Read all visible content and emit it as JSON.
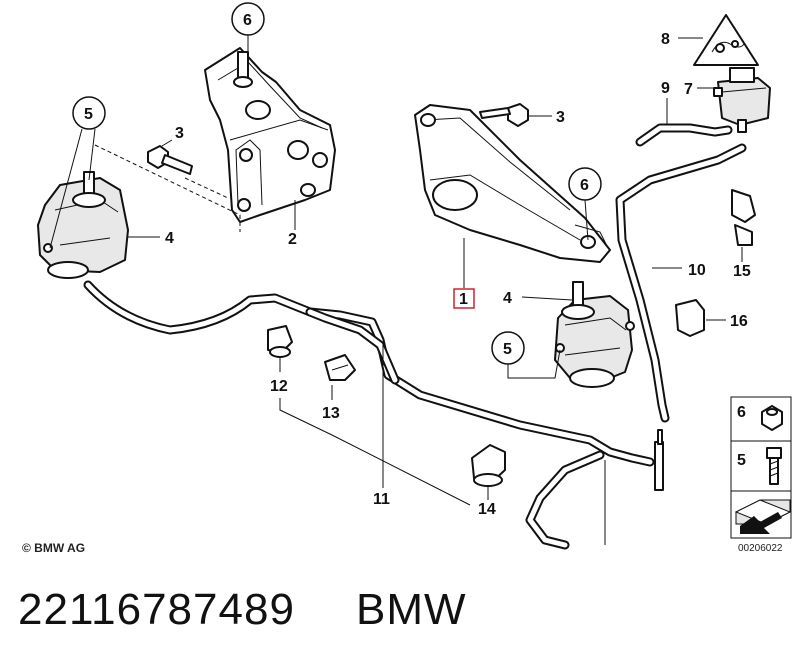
{
  "callouts": {
    "c1": "1",
    "c2": "2",
    "c3a": "3",
    "c3b": "3",
    "c4a": "4",
    "c4b": "4",
    "c5a": "5",
    "c5b": "5",
    "c6a": "6",
    "c6b": "6",
    "c7": "7",
    "c8": "8",
    "c9": "9",
    "c10": "10",
    "c11": "11",
    "c12": "12",
    "c13": "13",
    "c14": "14",
    "c15": "15",
    "c16": "16"
  },
  "legend": {
    "nut_label": "6",
    "bolt_label": "5"
  },
  "footer": {
    "copyright": "© BMW AG",
    "diagram_id": "00206022"
  },
  "caption": {
    "part_number": "22116787489",
    "brand": "BMW"
  },
  "colors": {
    "highlight": "#d6202a",
    "ink": "#111111",
    "legend_bg": "#e6e6e6"
  }
}
